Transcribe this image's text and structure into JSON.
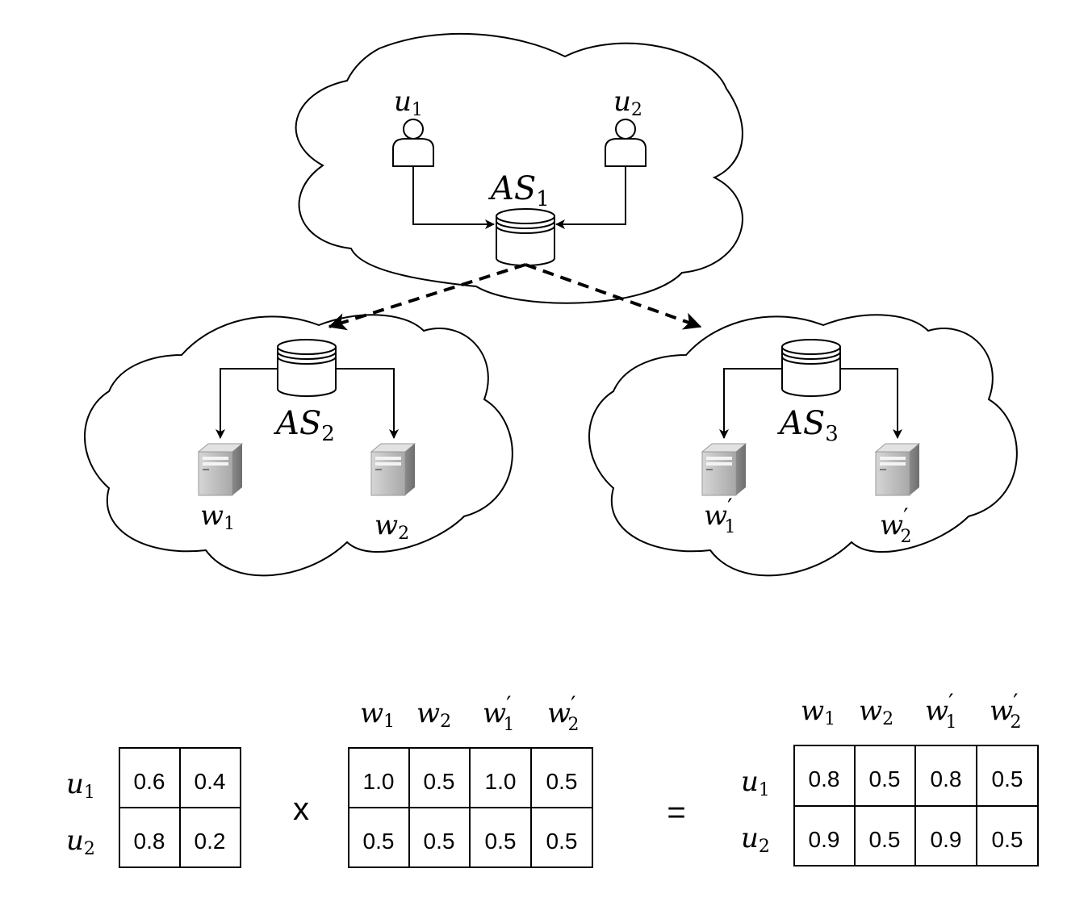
{
  "clouds": {
    "top": {
      "server_label": "AS",
      "server_index": "1",
      "users": [
        {
          "name": "u",
          "index": "1"
        },
        {
          "name": "u",
          "index": "2"
        }
      ]
    },
    "left": {
      "server_label": "AS",
      "server_index": "2",
      "workers": [
        {
          "name": "w",
          "prime": "",
          "index": "1"
        },
        {
          "name": "w",
          "prime": "",
          "index": "2"
        }
      ]
    },
    "right": {
      "server_label": "AS",
      "server_index": "3",
      "workers": [
        {
          "name": "w",
          "prime": "′",
          "index": "1"
        },
        {
          "name": "w",
          "prime": "′",
          "index": "2"
        }
      ]
    }
  },
  "matrices": {
    "left": {
      "row_labels": [
        {
          "name": "u",
          "index": "1"
        },
        {
          "name": "u",
          "index": "2"
        }
      ],
      "cells": [
        [
          "0.6",
          "0.4"
        ],
        [
          "0.8",
          "0.2"
        ]
      ]
    },
    "operator_times": "x",
    "middle": {
      "col_labels": [
        {
          "name": "w",
          "prime": "",
          "index": "1"
        },
        {
          "name": "w",
          "prime": "",
          "index": "2"
        },
        {
          "name": "w",
          "prime": "′",
          "index": "1"
        },
        {
          "name": "w",
          "prime": "′",
          "index": "2"
        }
      ],
      "cells": [
        [
          "1.0",
          "0.5",
          "1.0",
          "0.5"
        ],
        [
          "0.5",
          "0.5",
          "0.5",
          "0.5"
        ]
      ]
    },
    "operator_equals": "=",
    "result": {
      "row_labels": [
        {
          "name": "u",
          "index": "1"
        },
        {
          "name": "u",
          "index": "2"
        }
      ],
      "col_labels": [
        {
          "name": "w",
          "prime": "",
          "index": "1"
        },
        {
          "name": "w",
          "prime": "",
          "index": "2"
        },
        {
          "name": "w",
          "prime": "′",
          "index": "1"
        },
        {
          "name": "w",
          "prime": "′",
          "index": "2"
        }
      ],
      "cells": [
        [
          "0.8",
          "0.5",
          "0.8",
          "0.5"
        ],
        [
          "0.9",
          "0.5",
          "0.9",
          "0.5"
        ]
      ]
    }
  }
}
